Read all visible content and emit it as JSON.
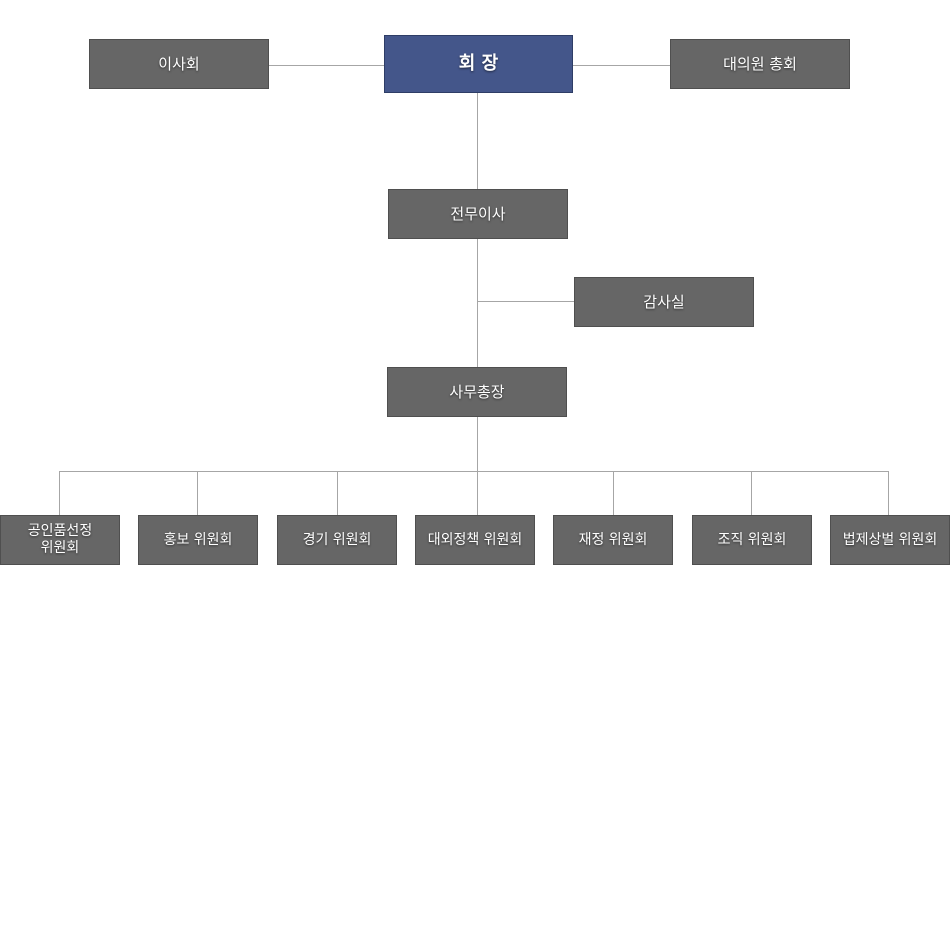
{
  "org_chart": {
    "chairman": {
      "label": "회 장",
      "color": "#44568a"
    },
    "board": {
      "label": "이사회"
    },
    "general_assembly": {
      "label": "대의원 총회"
    },
    "executive_director": {
      "label": "전무이사"
    },
    "audit_office": {
      "label": "감사실"
    },
    "secretary_general": {
      "label": "사무총장"
    },
    "committees": [
      {
        "label": "공인품선정\n위원회"
      },
      {
        "label": "홍보 위원회"
      },
      {
        "label": "경기 위원회"
      },
      {
        "label": "대외정책 위원회"
      },
      {
        "label": "재정 위원회"
      },
      {
        "label": "조직 위원회"
      },
      {
        "label": "법제상벌 위원회"
      }
    ],
    "box_color": "#666666",
    "line_color": "#a6a6a6"
  }
}
